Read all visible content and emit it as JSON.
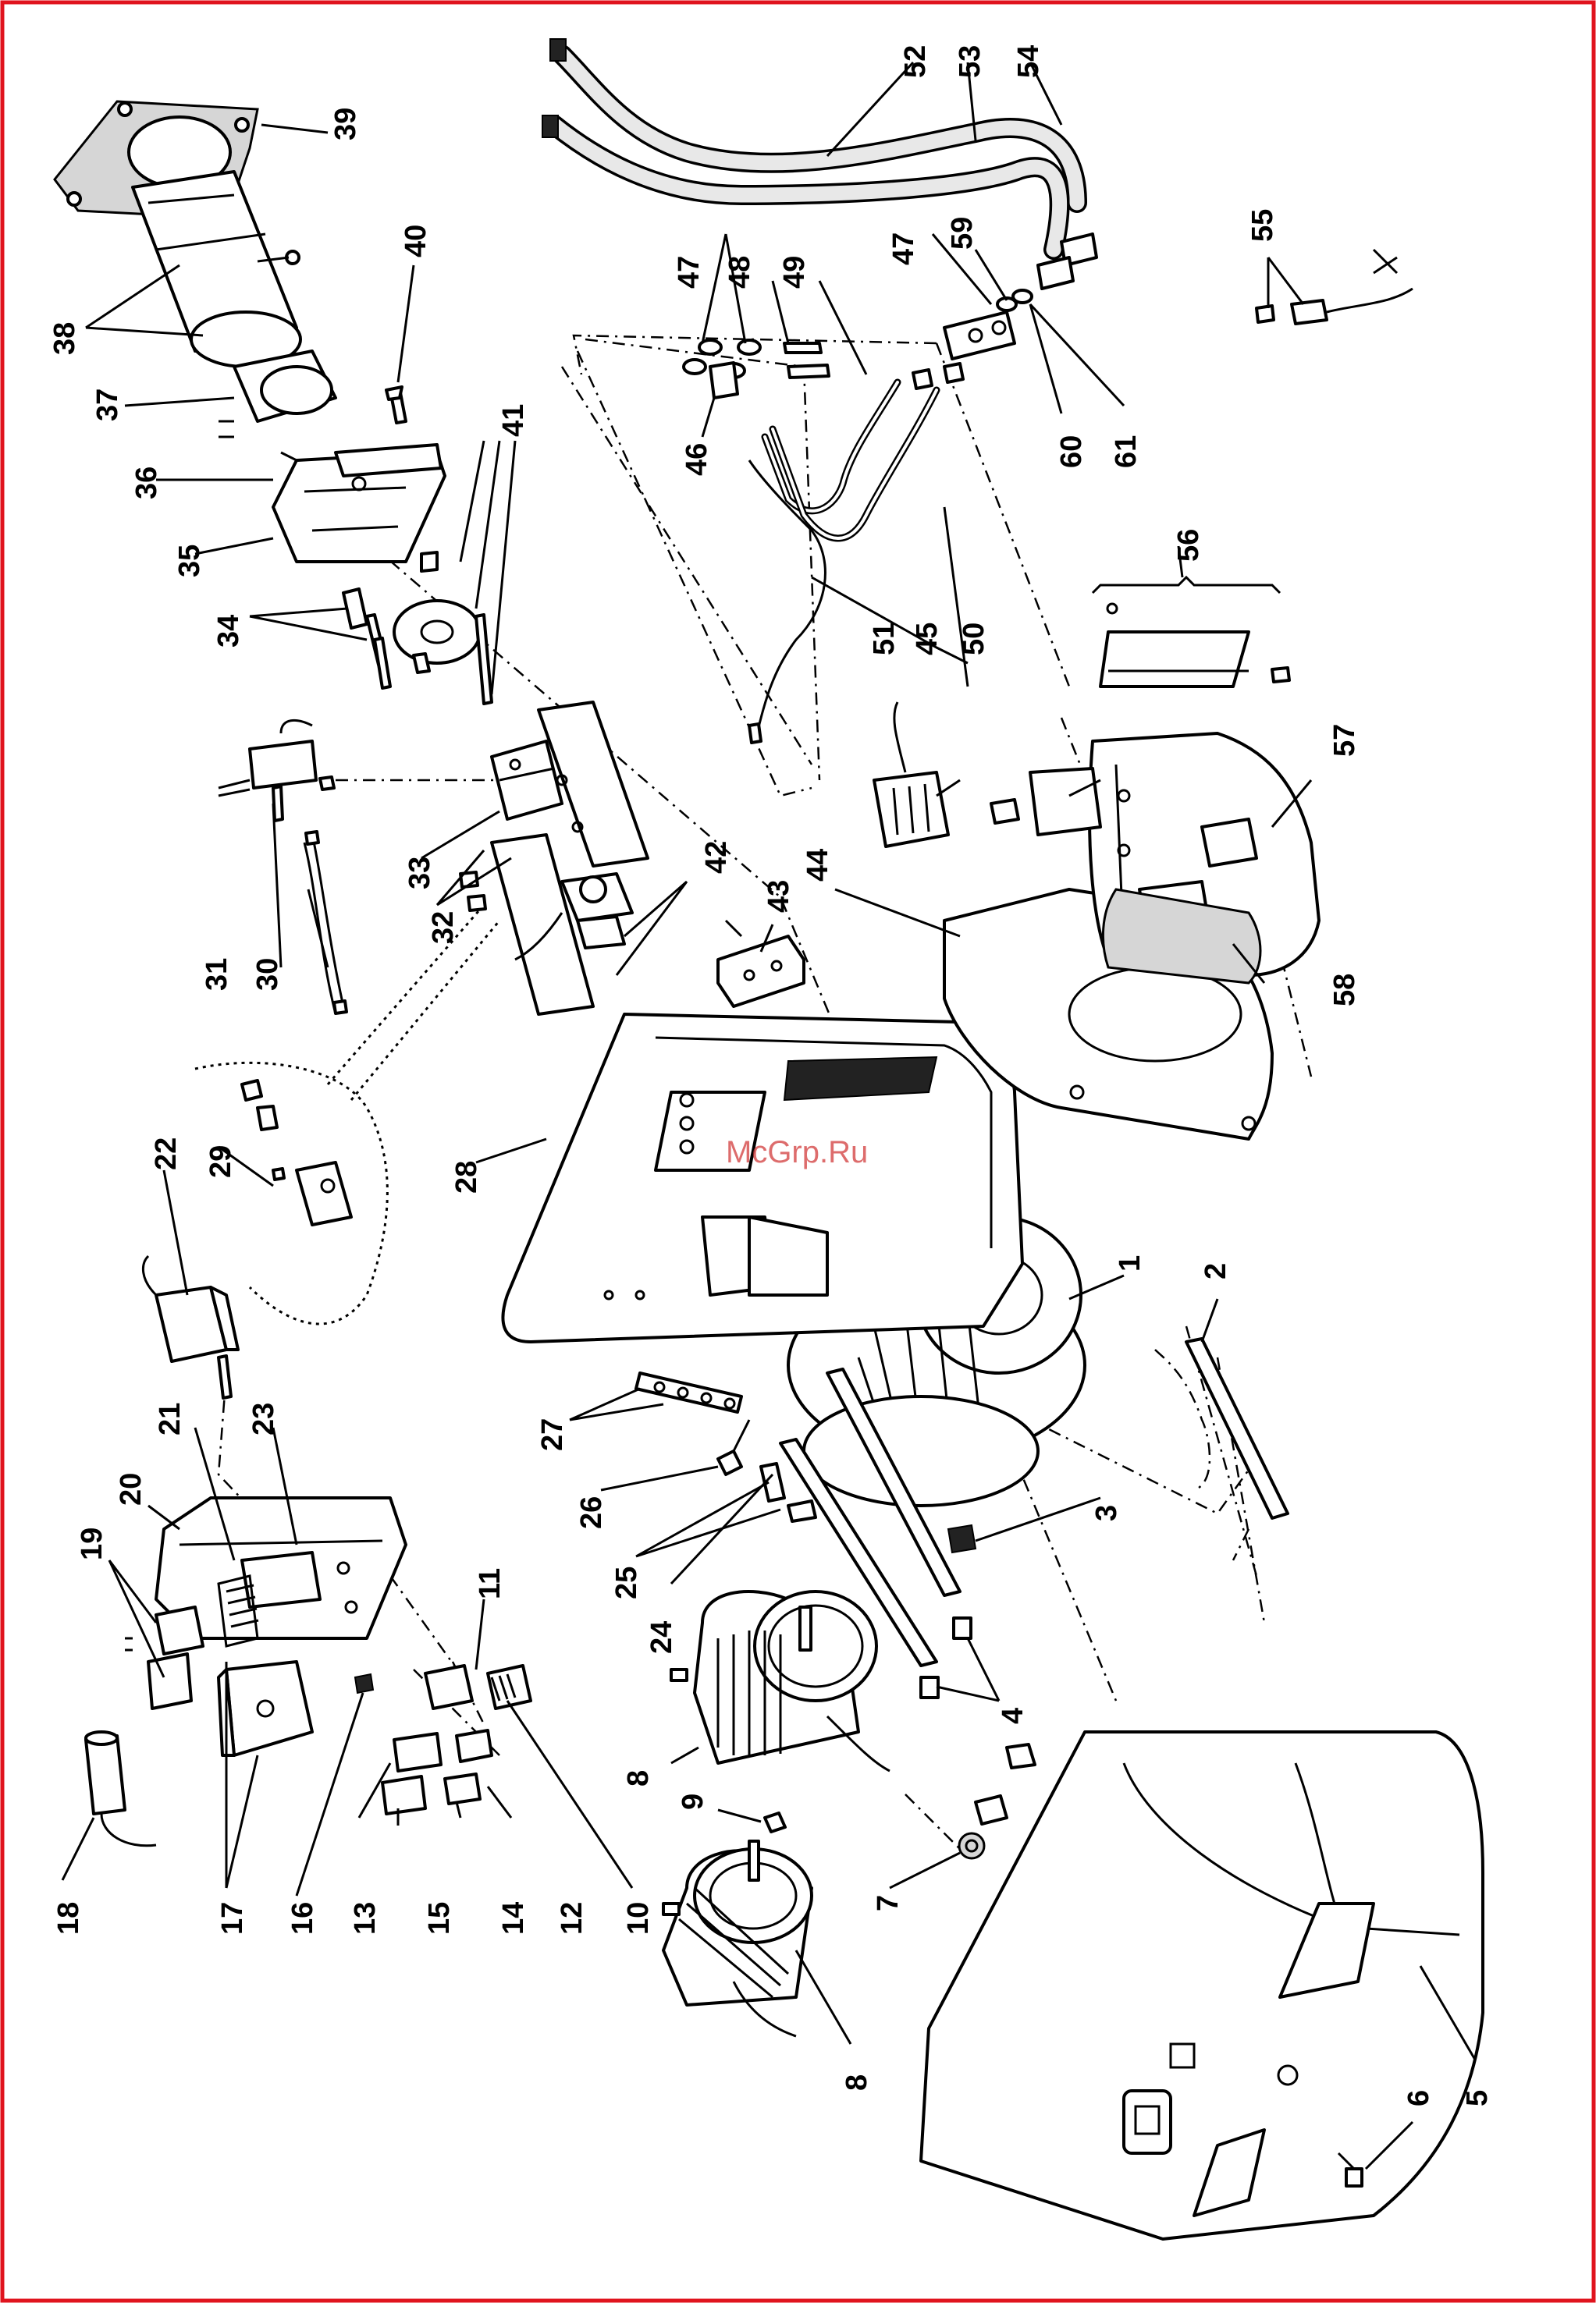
{
  "watermark": "McGrp.Ru",
  "frame_color": "#e0141e",
  "watermark_color": "#d23b3b",
  "callouts": {
    "c1": "1",
    "c2": "2",
    "c3": "3",
    "c4": "4",
    "c5": "5",
    "c6": "6",
    "c7": "7",
    "c8": "8",
    "c9": "9",
    "c10": "10",
    "c11": "11",
    "c12": "12",
    "c13": "13",
    "c14": "14",
    "c15": "15",
    "c16": "16",
    "c17": "17",
    "c18": "18",
    "c19": "19",
    "c20": "20",
    "c21": "21",
    "c22": "22",
    "c23": "23",
    "c24": "24",
    "c25": "25",
    "c26": "26",
    "c27": "27",
    "c28": "28",
    "c29": "29",
    "c30": "30",
    "c31": "31",
    "c32": "32",
    "c33": "33",
    "c34": "34",
    "c35": "35",
    "c36": "36",
    "c37": "37",
    "c38": "38",
    "c39": "39",
    "c40": "40",
    "c41": "41",
    "c42": "42",
    "c43": "43",
    "c44": "44",
    "c45": "45",
    "c46": "46",
    "c47": "47",
    "c48": "48",
    "c49": "49",
    "c50": "50",
    "c51": "51",
    "c52": "52",
    "c53": "53",
    "c54": "54",
    "c55": "55",
    "c56": "56",
    "c57": "57",
    "c58": "58",
    "c59": "59",
    "c60": "60",
    "c61": "61"
  }
}
